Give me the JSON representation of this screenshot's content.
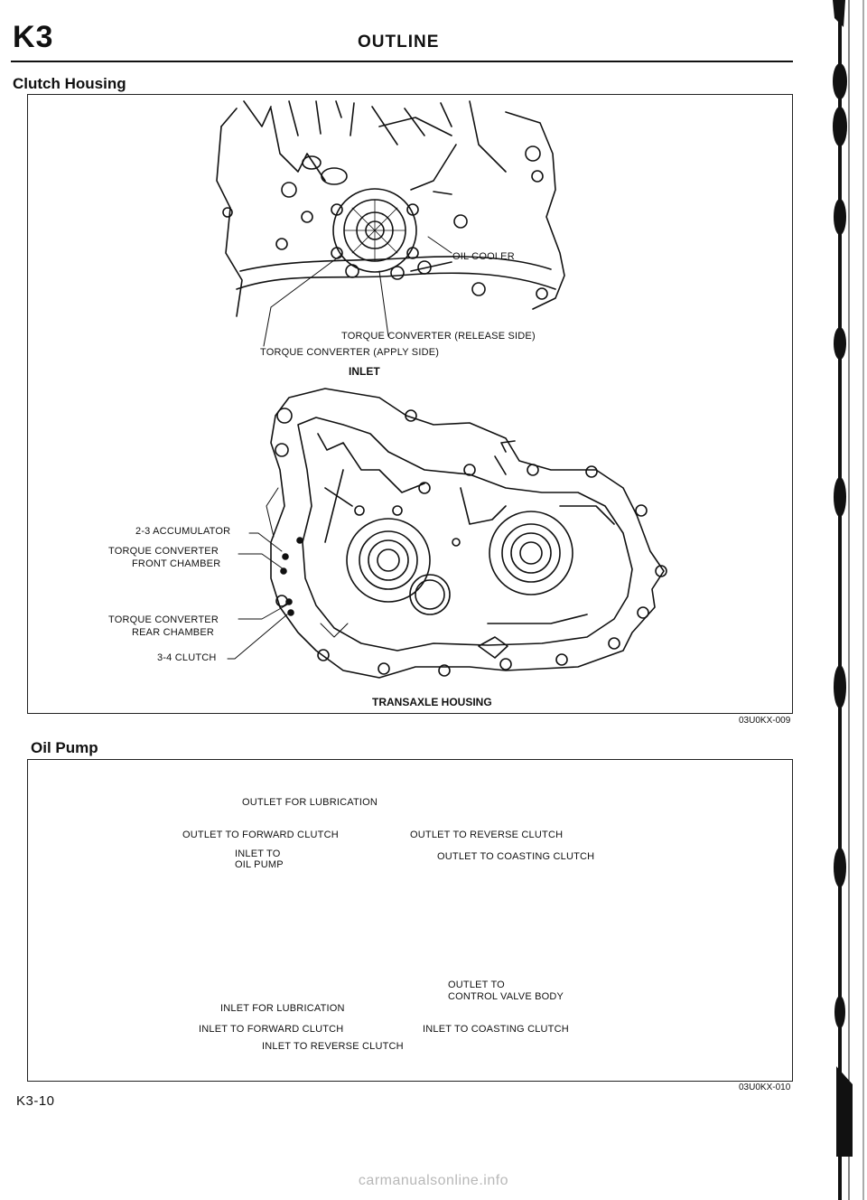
{
  "header": {
    "code": "K3",
    "title": "OUTLINE"
  },
  "clutch_housing": {
    "title": "Clutch Housing",
    "labels": {
      "oil_cooler": "OIL COOLER",
      "tc_release": "TORQUE CONVERTER (RELEASE SIDE)",
      "tc_apply": "TORQUE CONVERTER (APPLY SIDE)",
      "inlet": "INLET",
      "accumulator": "2-3 ACCUMULATOR",
      "tc_front_1": "TORQUE CONVERTER",
      "tc_front_2": "FRONT CHAMBER",
      "tc_rear_1": "TORQUE CONVERTER",
      "tc_rear_2": "REAR CHAMBER",
      "clutch_34": "3-4 CLUTCH",
      "transaxle_housing": "TRANSAXLE HOUSING"
    },
    "code": "03U0KX-009"
  },
  "oil_pump": {
    "title": "Oil Pump",
    "labels": {
      "outlet_lubrication": "OUTLET FOR LUBRICATION",
      "outlet_forward": "OUTLET TO FORWARD CLUTCH",
      "outlet_reverse": "OUTLET TO REVERSE CLUTCH",
      "inlet_pump_1": "INLET TO",
      "inlet_pump_2": "OIL PUMP",
      "outlet_coasting": "OUTLET TO COASTING CLUTCH",
      "outlet_control_1": "OUTLET TO",
      "outlet_control_2": "CONTROL VALVE BODY",
      "inlet_lubrication": "INLET FOR LUBRICATION",
      "inlet_forward": "INLET TO FORWARD CLUTCH",
      "inlet_coasting": "INLET TO COASTING CLUTCH",
      "inlet_reverse": "INLET TO REVERSE CLUTCH"
    },
    "code": "03U0KX-010"
  },
  "footer": {
    "page": "K3-10"
  },
  "watermark": "carmanualsonline.info"
}
